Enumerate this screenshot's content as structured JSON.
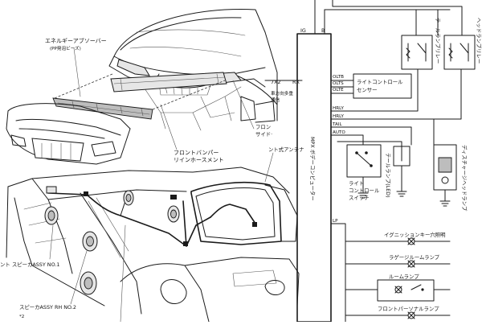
{
  "front_view": {
    "energy_absorber": "エネルギーアブソーバー",
    "energy_absorber_note": "(PP発泡ビーズ)",
    "bumper_reinforcement_line1": "フロントバンパー",
    "bumper_reinforcement_line2": "リインホースメント",
    "front_side_line1": "フロン",
    "front_side_line2": "サイド·",
    "harness_code": "7X2",
    "harness_note_line1": "車方向多重",
    "harness_note_line2": "通信",
    "rx_label": "RX"
  },
  "rear_view": {
    "antenna_label": "ント式アンテナ",
    "speaker_no1": "ント スピーカASSY NO.1",
    "speaker_no2": "スピーカASSY RH NO.2",
    "speaker_no2_note": "*2"
  },
  "schematic": {
    "connector_labels": [
      "IG",
      "B"
    ],
    "mpx_computer": "MPX ボデーコンピューター",
    "pins": [
      "OLTB",
      "OLTS",
      "OLTE",
      "HRLY",
      "HRLY",
      "TAIL",
      "AUTO",
      "LP"
    ],
    "light_control_sensor_line1": "ライトコントロール",
    "light_control_sensor_line2": "センサー",
    "tail_lamp_relay": "テールランプリレー",
    "headlamp_relay": "ヘッドランプリレー",
    "tail_lamp_led": "テールランプ(LED)",
    "discharge_headlamp": "ディスチャージヘッドランプ",
    "light_control_switch_line1": "ライト",
    "light_control_switch_line2": "コントロール",
    "light_control_switch_line3": "スイッチ",
    "ignition_key_light": "イグニッションキー穴照明",
    "luggage_room_lamp": "ラゲージルームランプ",
    "room_lamp": "ルームランプ",
    "front_personal_lamp": "フロントパーソナルランプ"
  }
}
